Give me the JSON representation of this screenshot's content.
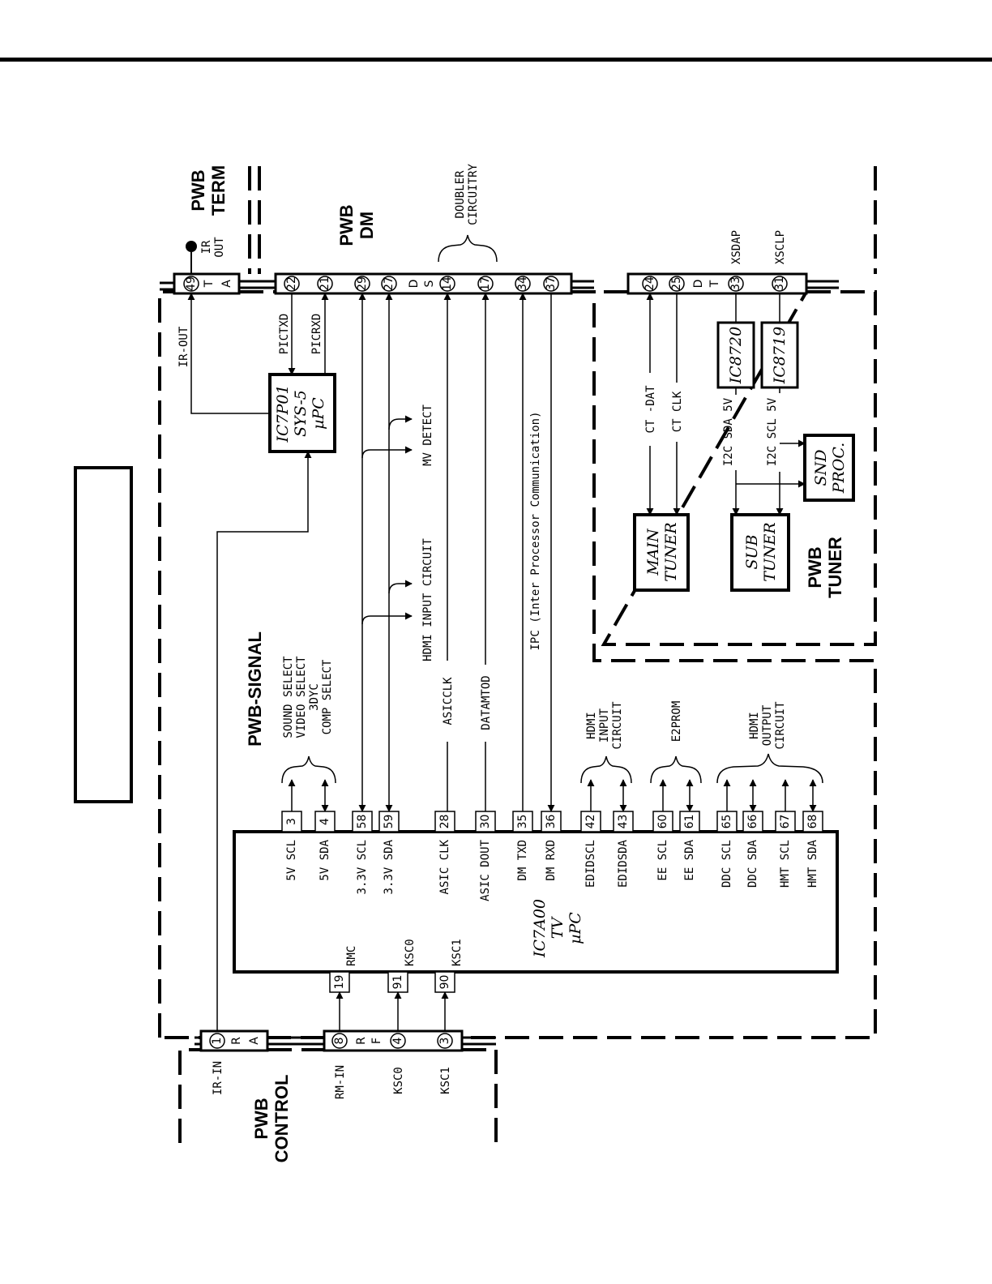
{
  "boards": {
    "term": [
      "PWB",
      "TERM"
    ],
    "dm": [
      "PWB",
      "DM"
    ],
    "signal": "PWB-SIGNAL",
    "tuner": [
      "PWB",
      "TUNER"
    ],
    "control": [
      "PWB",
      "CONTROL"
    ]
  },
  "connectors": {
    "ta": {
      "pin": "49",
      "letters": [
        "T",
        "A"
      ]
    },
    "ds": {
      "pins": [
        "22",
        "21",
        "29",
        "27",
        "14",
        "17",
        "34",
        "37"
      ],
      "letters": [
        "D",
        "S"
      ]
    },
    "dt": {
      "pins": [
        "24",
        "25",
        "33",
        "31"
      ],
      "letters": [
        "D",
        "T"
      ]
    },
    "ra": {
      "pin": "1",
      "letters": [
        "R",
        "A"
      ]
    },
    "rf": {
      "pins": [
        "8",
        "4",
        "3"
      ],
      "letters": [
        "R",
        "F"
      ]
    }
  },
  "chips": {
    "ic7p01": [
      "IC7P01",
      "SYS-5",
      "µPC"
    ],
    "ic7a00": [
      "IC7A00",
      "TV",
      "µPC"
    ],
    "ic8720": "IC8720",
    "ic8719": "IC8719",
    "main_tuner": [
      "MAIN",
      "TUNER"
    ],
    "sub_tuner": [
      "SUB",
      "TUNER"
    ],
    "snd_proc": [
      "SND",
      "PROC."
    ]
  },
  "signals": {
    "ir_out_top": [
      "IR",
      "OUT"
    ],
    "ir_out": "IR-OUT",
    "pictxd": "PICTXD",
    "picrxd": "PICRXD",
    "doubler": [
      "DOUBLER",
      "CIRCUITRY"
    ],
    "mv_detect": "MV DETECT",
    "hdmi_input_circuit": "HDMI INPUT CIRCUIT",
    "ipc": "IPC (Inter Processor Communication)",
    "asicclk": "ASICCLK",
    "datamtod": "DATAMTOD",
    "xsdap": "XSDAP",
    "xsclp": "XSCLP",
    "ct_dat": "CT -DAT",
    "ct_clk": "CT CLK",
    "i2c_sda": "I2C SDA 5V",
    "i2c_scl": "I2C SCL 5V",
    "select_group": [
      "SOUND SELECT",
      "VIDEO SELECT",
      "3DYC",
      "COMP SELECT"
    ],
    "hdmi_input_group": [
      "HDMI",
      "INPUT",
      "CIRCUIT"
    ],
    "e2prom": "E2PROM",
    "hdmi_output_group": [
      "HDMI",
      "OUTPUT",
      "CIRCUIT"
    ],
    "ir_in": "IR-IN",
    "rm_in": "RM-IN",
    "ksc0": "KSC0",
    "ksc1": "KSC1"
  },
  "ic7a00_pins": {
    "top": [
      {
        "num": "3",
        "name": "5V SCL"
      },
      {
        "num": "4",
        "name": "5V SDA"
      },
      {
        "num": "58",
        "name": "3.3V SCL"
      },
      {
        "num": "59",
        "name": "3.3V SDA"
      },
      {
        "num": "28",
        "name": "ASIC CLK"
      },
      {
        "num": "30",
        "name": "ASIC DOUT"
      },
      {
        "num": "35",
        "name": "DM TXD"
      },
      {
        "num": "36",
        "name": "DM RXD"
      },
      {
        "num": "42",
        "name": "EDIDSCL"
      },
      {
        "num": "43",
        "name": "EDIDSDA"
      },
      {
        "num": "60",
        "name": "EE SCL"
      },
      {
        "num": "61",
        "name": "EE SDA"
      },
      {
        "num": "65",
        "name": "DDC SCL"
      },
      {
        "num": "66",
        "name": "DDC SDA"
      },
      {
        "num": "67",
        "name": "HMT SCL"
      },
      {
        "num": "68",
        "name": "HMT SDA"
      }
    ],
    "bottom": [
      {
        "num": "19",
        "name": "RMC"
      },
      {
        "num": "91",
        "name": "KSC0"
      },
      {
        "num": "90",
        "name": "KSC1"
      }
    ]
  }
}
